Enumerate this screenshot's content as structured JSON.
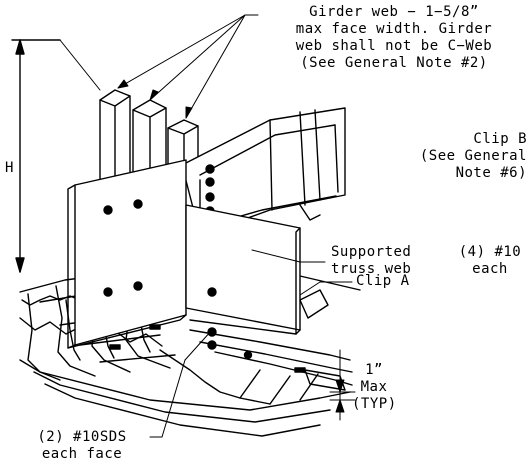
{
  "labels": {
    "girder_web_note": [
      "Girder web − 1−5/8”",
      "max face width. Girder",
      "web shall not be C−Web",
      "(See General Note #2)"
    ],
    "clip_b": [
      "Clip B",
      "(See General",
      "Note #6)"
    ],
    "supported_truss_web": [
      "Supported",
      "truss web"
    ],
    "screws_right": [
      "(4) #10",
      "each"
    ],
    "clip_a": "Clip A",
    "dim_h": "H",
    "max_dim": [
      "1”",
      "Max",
      "(TYP)"
    ],
    "screws_bottom": [
      "(2) #10SDS",
      "each face"
    ]
  },
  "colors": {
    "line": "#000000",
    "background": "#ffffff"
  }
}
